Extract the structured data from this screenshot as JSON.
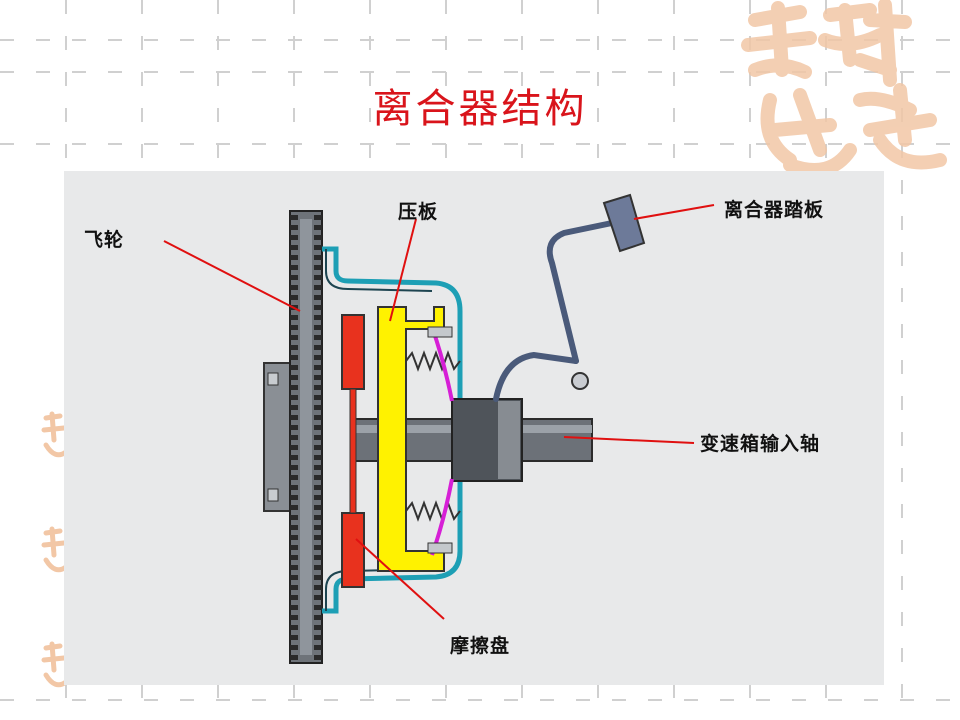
{
  "slide": {
    "title": "离合器结构"
  },
  "diagram": {
    "labels": {
      "flywheel": "飞轮",
      "pressure_plate": "压板",
      "clutch_pedal": "离合器踏板",
      "gearbox_input_shaft": "变速箱输入轴",
      "friction_disc": "摩擦盘"
    }
  },
  "colors": {
    "title": "#d9141b",
    "callout_line": "#e01010",
    "pressure_plate": "#fff200",
    "friction_disc": "#e8321e",
    "housing": "#1d9fb5",
    "pedal_linkage": "#4a5a7a",
    "spring": "#d61fd6",
    "panel_bg": "#e8e9ea",
    "watermark": "#f2c7a6"
  }
}
